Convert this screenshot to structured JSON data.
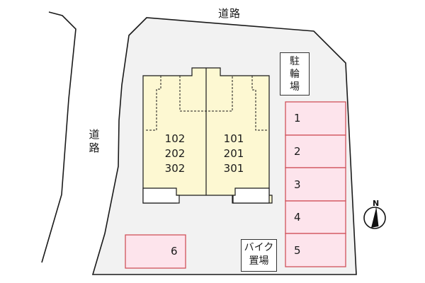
{
  "map": {
    "type": "site-layout-plan",
    "colors": {
      "lot_fill": "#f2f2f2",
      "building_fill": "#fdf8d2",
      "parking_fill": "#fde4ec",
      "parking_border": "#d0525a",
      "outline": "#1a1a1a"
    },
    "roads": {
      "top": {
        "label": "道路"
      },
      "left": {
        "label_line1": "道",
        "label_line2": "路"
      }
    },
    "building": {
      "left_wing_units": [
        "102",
        "202",
        "302"
      ],
      "right_wing_units": [
        "101",
        "201",
        "301"
      ]
    },
    "facilities": {
      "bicycle_parking": {
        "line1": "駐",
        "line2": "輪",
        "line3": "場"
      },
      "motorbike_parking": {
        "line1": "バイク",
        "line2": "置場"
      }
    },
    "parking_spaces": [
      {
        "number": "1"
      },
      {
        "number": "2"
      },
      {
        "number": "3"
      },
      {
        "number": "4"
      },
      {
        "number": "5"
      },
      {
        "number": "6"
      }
    ],
    "compass": {
      "label": "N",
      "icon": "north-arrow-icon"
    }
  }
}
